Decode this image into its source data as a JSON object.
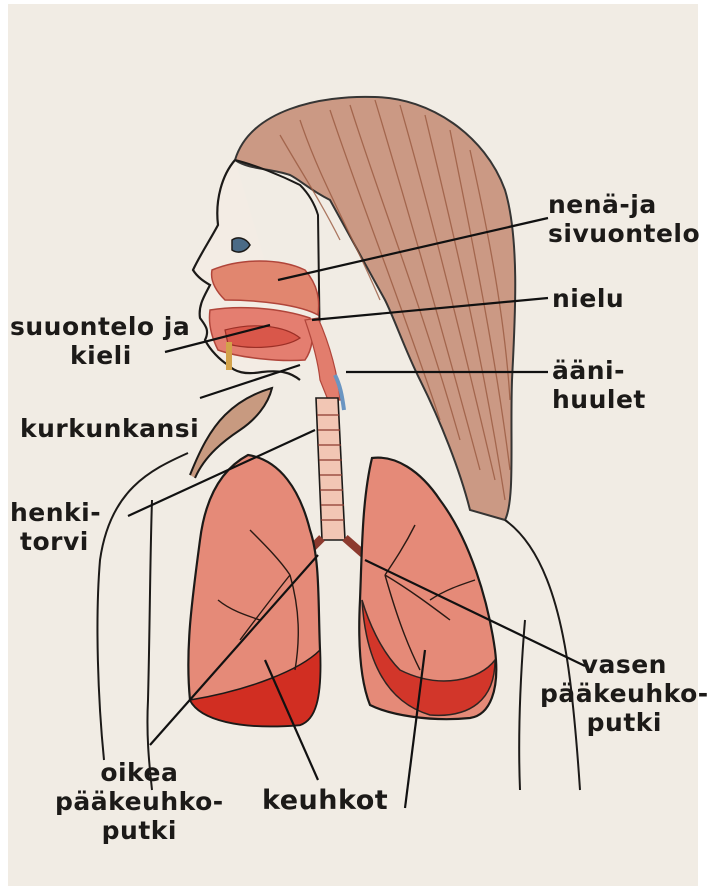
{
  "labels": {
    "nena_ja": [
      "nenä-ja",
      "sivuontelo"
    ],
    "nielu": [
      "nielu"
    ],
    "suuontelo": [
      "suuontelo ja",
      "kieli"
    ],
    "aani": [
      "ääni-",
      "huulet"
    ],
    "kurkunkansi": [
      "kurkunkansi"
    ],
    "henki": [
      "henki-",
      "torvi"
    ],
    "vasen": [
      "vasen",
      "pääkeuhko-",
      "putki"
    ],
    "oikea": [
      "oikea",
      "pääkeuhko-",
      "putki"
    ],
    "keuhkot": [
      "keuhkot"
    ]
  },
  "colors": {
    "paper": "#f1ece4",
    "hair": "#b37a5f",
    "lung": "#d9463a",
    "lung_dark": "#c8261e",
    "ink": "#1c1a18"
  }
}
